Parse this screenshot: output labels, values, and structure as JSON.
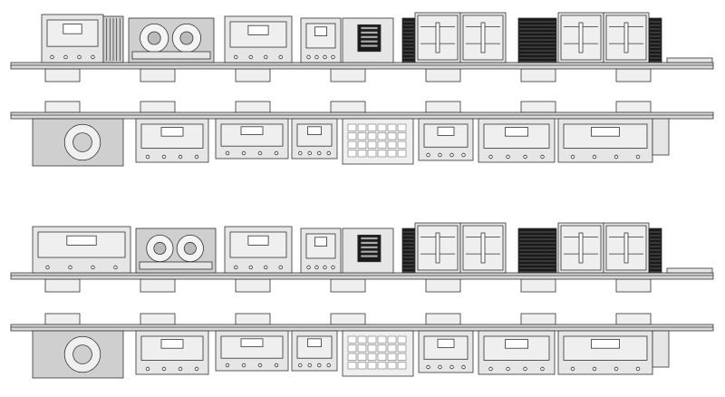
{
  "colors": {
    "background": "#ffffff",
    "panel_fill": "#e6e6e6",
    "panel_fill_light": "#efefef",
    "panel_fill_dark": "#cfcfcf",
    "rail_fill": "#d9d9d9",
    "stroke": "#333333",
    "grille": "#1a1a1a",
    "shadow": "#8c8c8c"
  },
  "views": [
    {
      "id": "view-1",
      "kind": "side",
      "components": [
        "cabinet",
        "reel",
        "fan-unit",
        "cabinet",
        "cabinet",
        "connector-block",
        "inverter",
        "grille",
        "inverter",
        "grille"
      ]
    },
    {
      "id": "view-2",
      "kind": "underside",
      "components": [
        "motor",
        "cabinet",
        "cabinet",
        "cabinet",
        "terminal-block",
        "cabinet",
        "cabinet",
        "cabinet"
      ]
    },
    {
      "id": "view-3",
      "kind": "side",
      "components": [
        "cabinet",
        "fan-unit",
        "cabinet",
        "cabinet",
        "connector-block",
        "inverter",
        "grille",
        "inverter",
        "grille"
      ]
    },
    {
      "id": "view-4",
      "kind": "underside",
      "components": [
        "motor",
        "cabinet",
        "cabinet",
        "cabinet",
        "terminal-block",
        "cabinet",
        "cabinet",
        "cabinet"
      ]
    }
  ]
}
